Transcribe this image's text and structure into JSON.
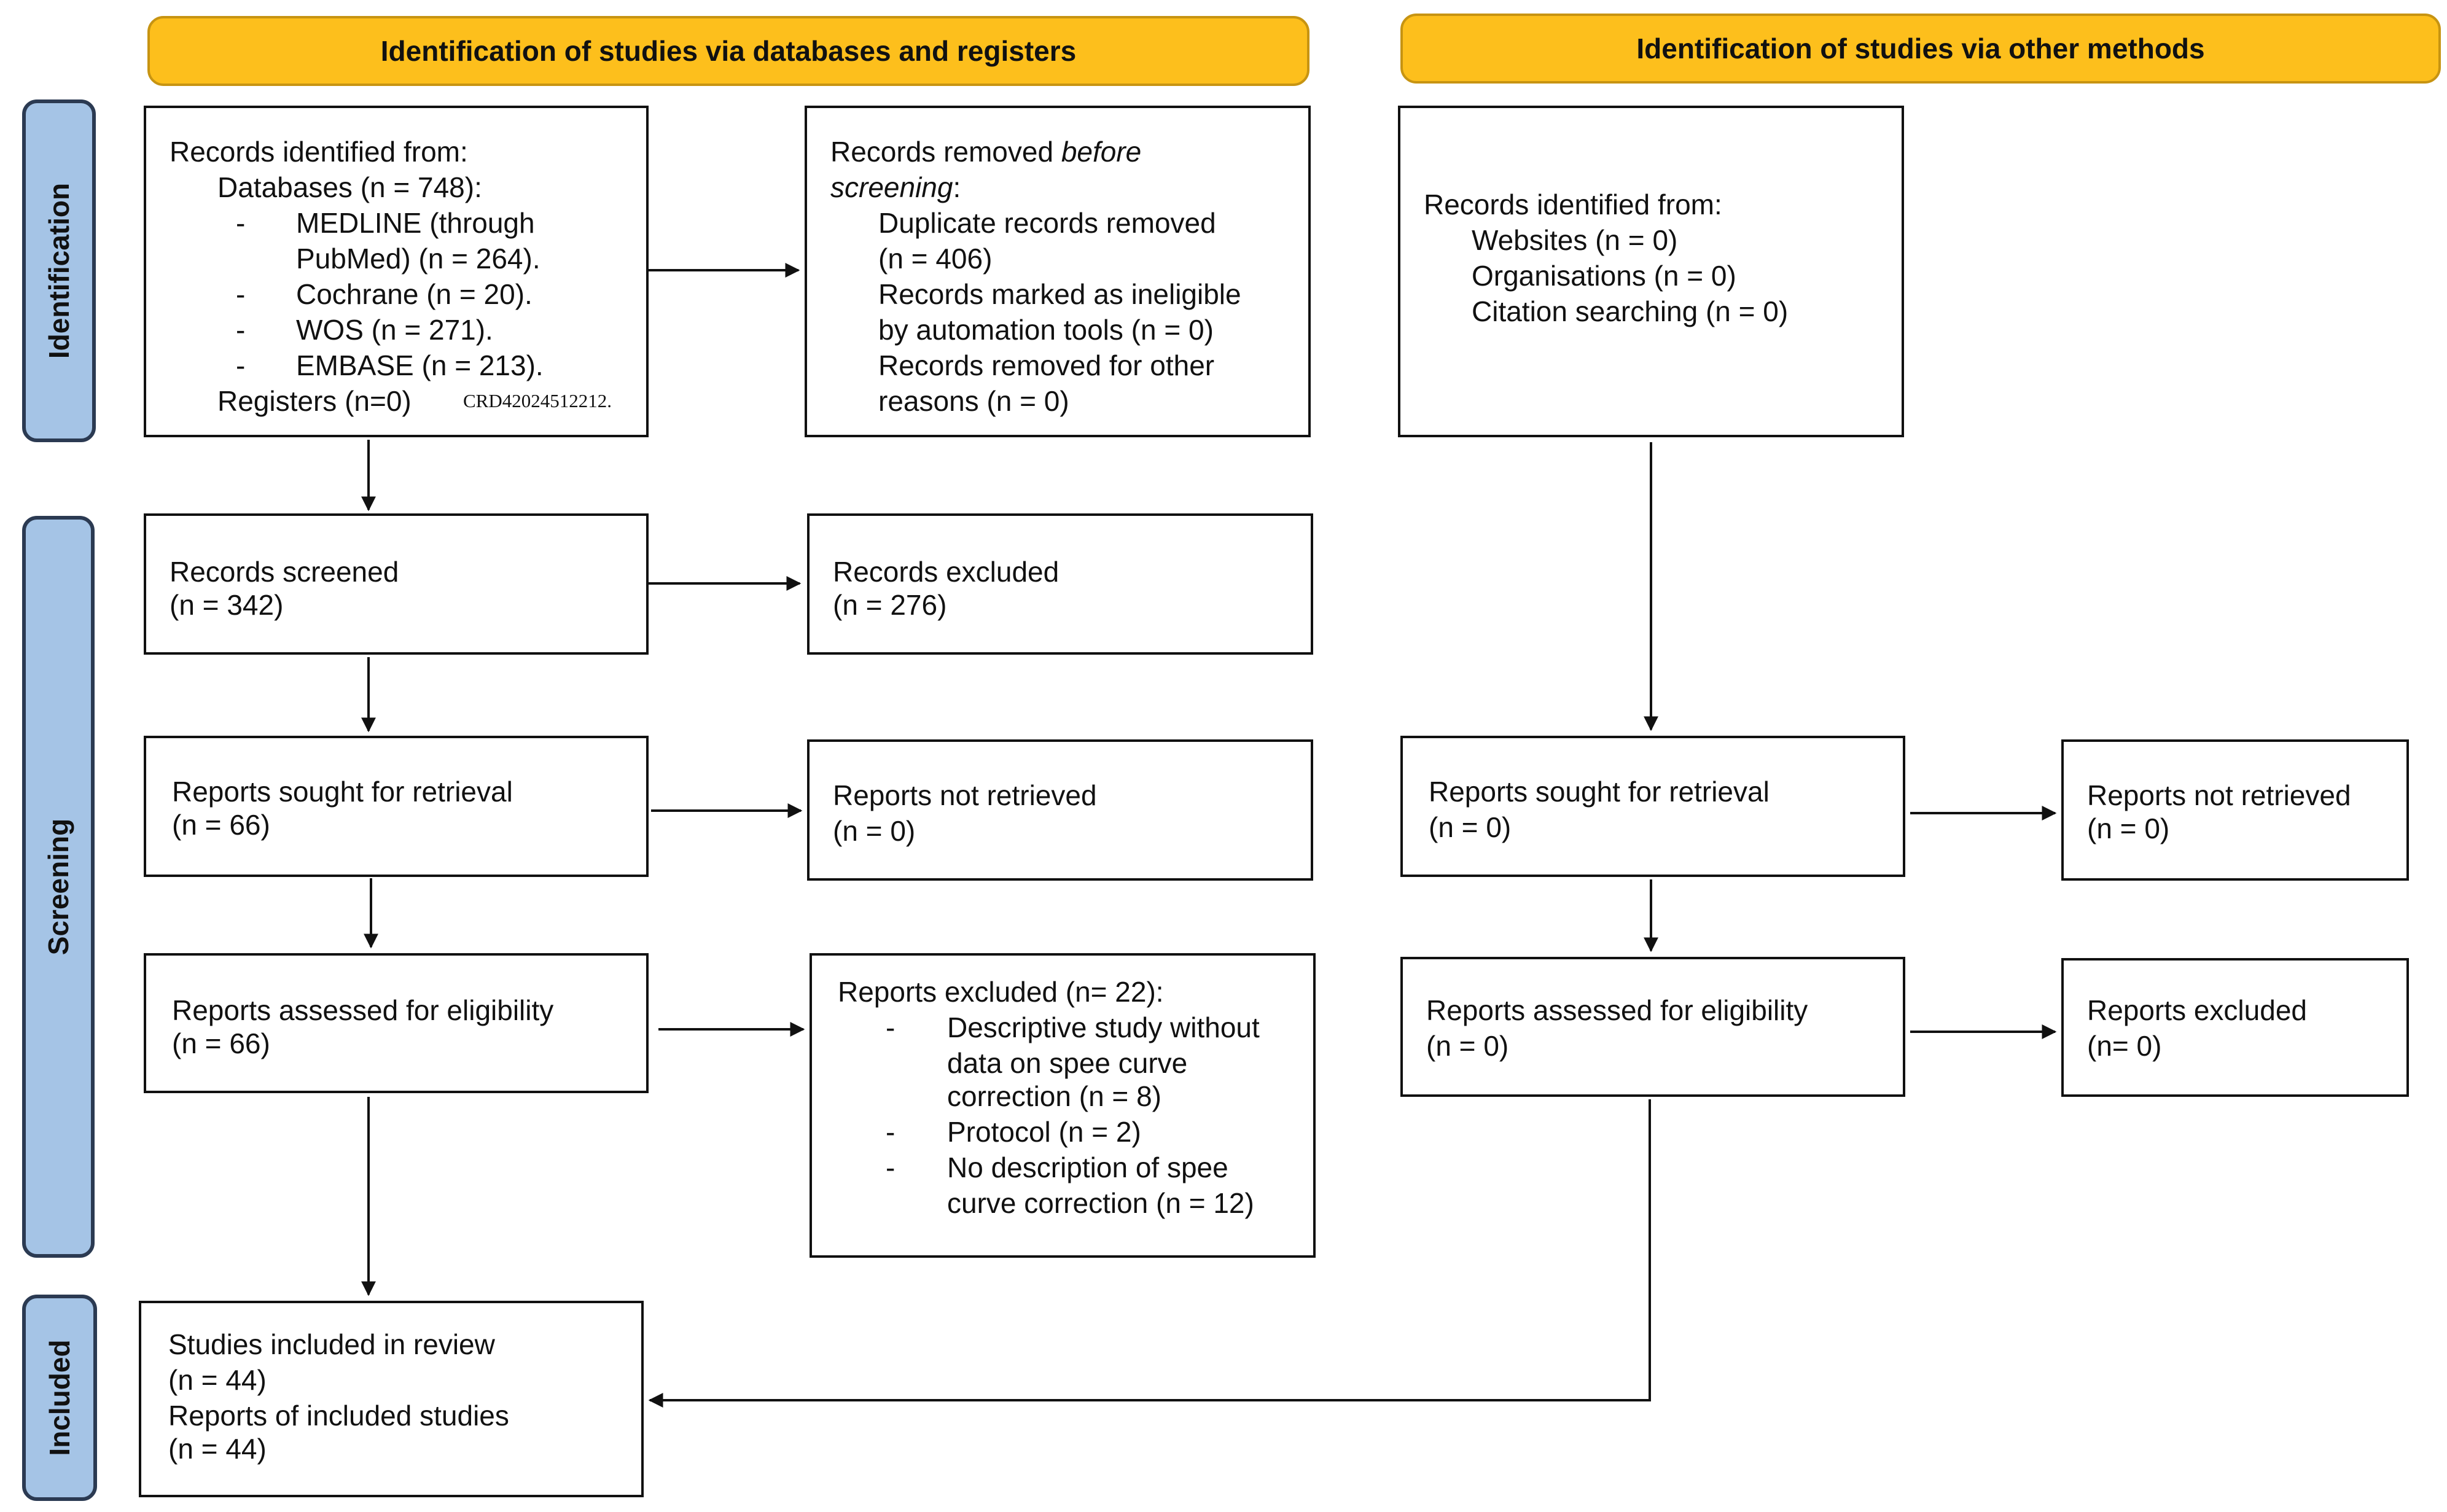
{
  "headers": {
    "databases": "Identification of studies via databases and registers",
    "other": "Identification of studies via other methods"
  },
  "phases": {
    "identification": "Identification",
    "screening": "Screening",
    "included": "Included"
  },
  "db_identified": {
    "title": "Records identified from:",
    "databases": "Databases (n = 748):",
    "bullet": "-",
    "medline_1": "MEDLINE (through",
    "medline_2": "PubMed) (n = 264).",
    "cochrane": "Cochrane (n = 20).",
    "wos": "WOS (n = 271).",
    "embase": "EMBASE (n = 213).",
    "registers": "Registers (n=0)",
    "registration_id": "CRD42024512212."
  },
  "removed_before": {
    "title_plain": "Records removed ",
    "title_italic": "before",
    "title_italic_2": "screening",
    "title_colon": ":",
    "duplicates_1": "Duplicate records removed",
    "duplicates_2": "(n = 406)",
    "automation_1": "Records marked as ineligible",
    "automation_2": "by automation tools (n = 0)",
    "other_1": "Records removed for other",
    "other_2": "reasons (n = 0)"
  },
  "other_identified": {
    "title": "Records identified from:",
    "websites": "Websites (n = 0)",
    "organisations": "Organisations (n = 0)",
    "citation": "Citation searching (n = 0)"
  },
  "screened": {
    "label": "Records screened",
    "n": "(n = 342)"
  },
  "excluded": {
    "label": "Records excluded",
    "n": "(n = 276)"
  },
  "sought_db": {
    "label": "Reports sought for retrieval",
    "n": "(n = 66)"
  },
  "not_retrieved_db": {
    "label": "Reports not retrieved",
    "n": "(n = 0)"
  },
  "assessed_db": {
    "label": "Reports assessed for eligibility",
    "n": "(n = 66)"
  },
  "reports_excluded_db": {
    "title": "Reports excluded (n= 22):",
    "bullet": "-",
    "desc_1": "Descriptive study without",
    "desc_2": "data on spee curve",
    "desc_3": "correction (n = 8)",
    "protocol": "Protocol (n = 2)",
    "nodesc_1": "No description of spee",
    "nodesc_2": "curve correction (n = 12)"
  },
  "sought_other": {
    "label": "Reports sought for retrieval",
    "n": "(n = 0)"
  },
  "not_retrieved_other": {
    "label": "Reports not retrieved",
    "n": "(n = 0)"
  },
  "assessed_other": {
    "label": "Reports assessed for eligibility",
    "n": "(n = 0)"
  },
  "reports_excluded_other": {
    "label": "Reports excluded",
    "n": "(n= 0)"
  },
  "included": {
    "studies": "Studies included in review",
    "studies_n": "(n = 44)",
    "reports": "Reports of included studies",
    "reports_n": "(n = 44)"
  },
  "colors": {
    "header_fill": "#fdbf1c",
    "phase_fill": "#a5c4e6",
    "line": "#111111"
  }
}
